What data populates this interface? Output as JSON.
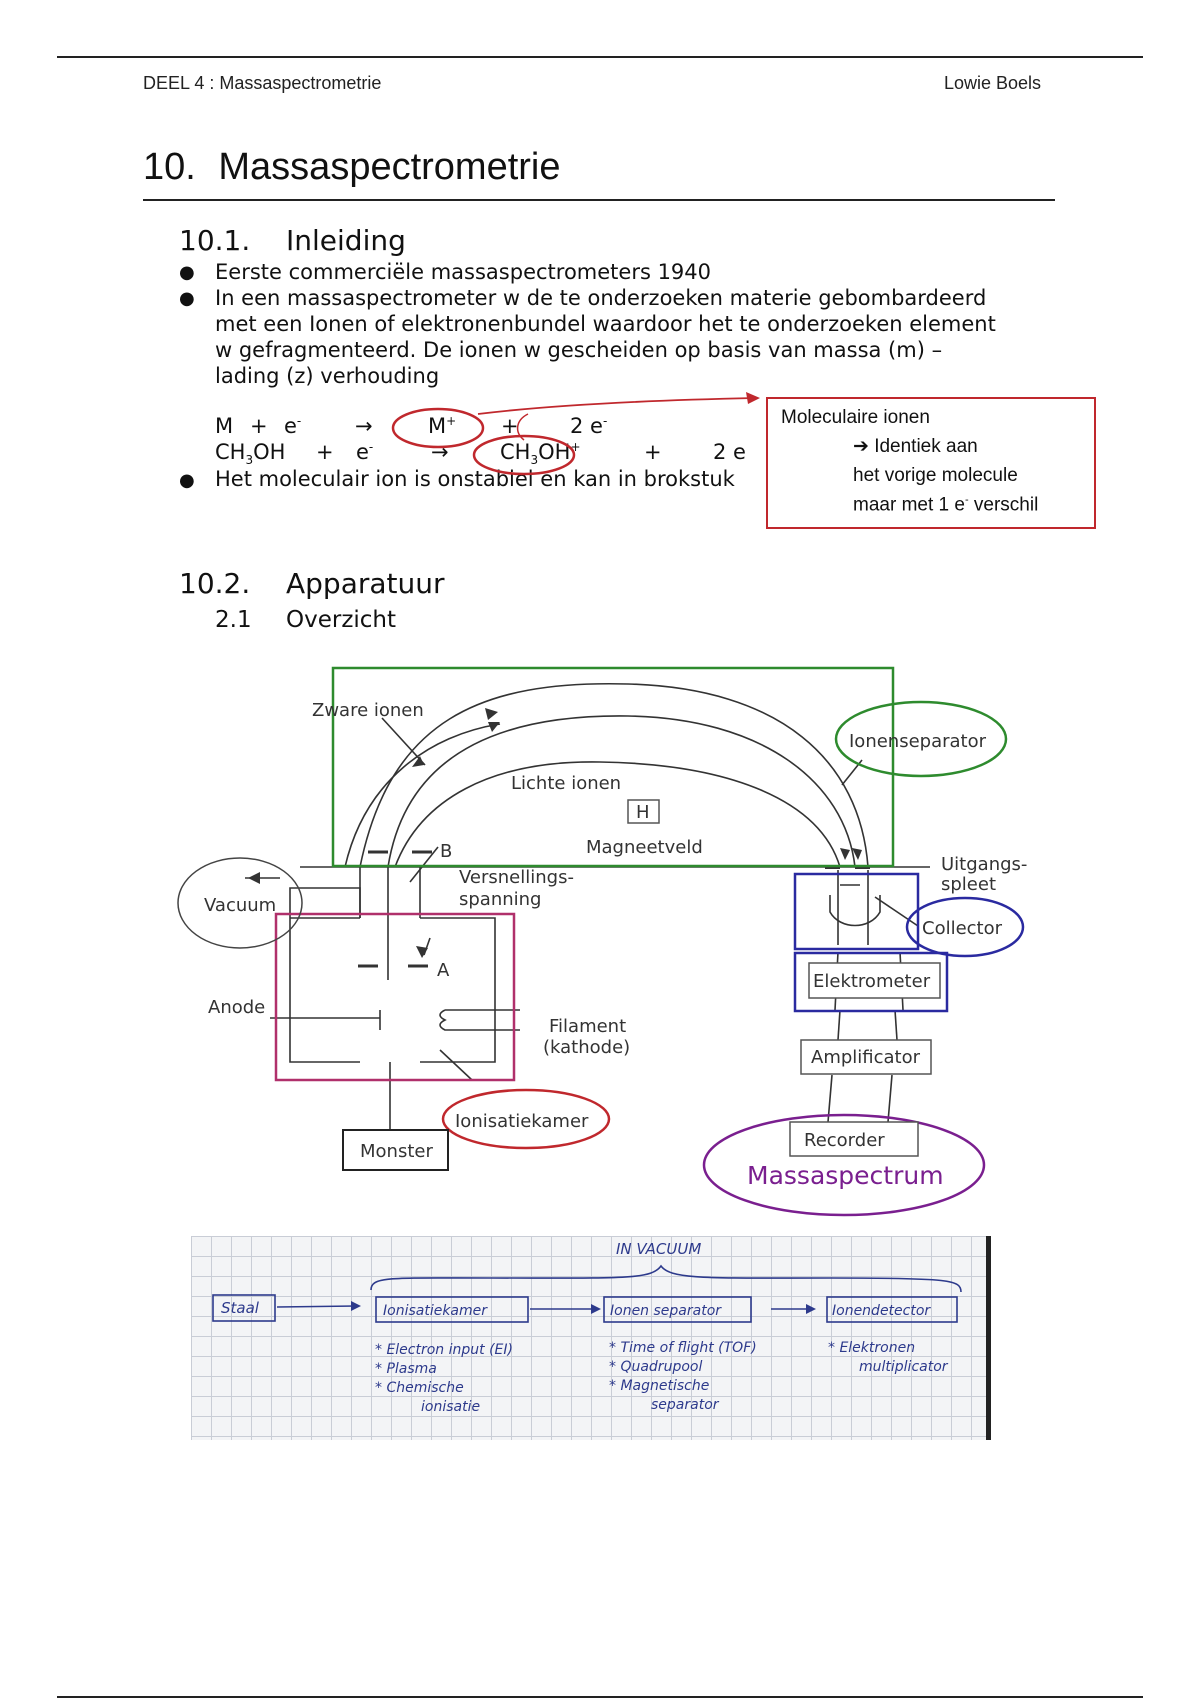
{
  "header": {
    "left": "DEEL 4 : Massaspectrometrie",
    "right": "Lowie Boels"
  },
  "chapter": {
    "number": "10.",
    "title": "Massaspectrometrie"
  },
  "section1": {
    "number": "10.1.",
    "title": "Inleiding",
    "bullet1": "Eerste commerciële massaspectrometers 1940",
    "bullet2_lines": [
      "In een massaspectrometer w de te onderzoeken materie gebombardeerd",
      "met een Ionen of elektronenbundel waardoor het te onderzoeken element",
      "w gefragmenteerd. De ionen w gescheiden op basis van massa (m) –",
      "lading (z)  verhouding"
    ],
    "eq1": {
      "a": "M",
      "plus1": "+",
      "e": "e",
      "sup_minus": "-",
      "arrow": "→",
      "ion": "M",
      "ion_sup": "+",
      "plus2": "+",
      "coef": "2 e",
      "coef_sup": "-"
    },
    "eq2": {
      "a": "CH",
      "a_sub": "3",
      "a_rest": "OH",
      "plus1": "+",
      "e": "e",
      "sup_minus": "-",
      "arrow": "→",
      "ion": "CH",
      "ion_sub": "3",
      "ion_rest": "OH",
      "ion_sup": "+",
      "plus2": "+",
      "coef": "2 e"
    },
    "bullet3": "Het moleculair ion is onstabiel en kan in brokstuk",
    "callout": {
      "line1": "Moleculaire ionen",
      "line2": "Identiek aan",
      "line3": "het vorige molecule",
      "line4a": "maar met 1 e",
      "line4sup": "-",
      "line4b": " verschil"
    }
  },
  "section2": {
    "number": "10.2.",
    "title": "Apparatuur",
    "sub_number": "2.1",
    "sub_title": "Overzicht"
  },
  "diagram": {
    "zware_ionen": "Zware ionen",
    "lichte_ionen": "Lichte ionen",
    "h": "H",
    "magneetveld": "Magneetveld",
    "ionenseparator": "Ionenseparator",
    "uitgangs1": "Uitgangs-",
    "uitgangs2": "spleet",
    "b": "B",
    "versnellings1": "Versnellings-",
    "versnellings2": "spanning",
    "vacuum": "Vacuum",
    "collector": "Collector",
    "a": "A",
    "anode": "Anode",
    "elektrometer": "Elektrometer",
    "filament1": "Filament",
    "filament2": "(kathode)",
    "amplificator": "Amplificator",
    "ionisatiekamer": "Ionisatiekamer",
    "monster": "Monster",
    "recorder": "Recorder",
    "massaspectrum": "Massaspectrum",
    "colors": {
      "green": "#2e8b2e",
      "magenta": "#b0306b",
      "blue": "#2a2aa0",
      "red": "#c0282d",
      "purple": "#7a1f8f"
    }
  },
  "sketch": {
    "title": "IN VACUUM",
    "staal": "Staal",
    "box1": "Ionisatiekamer",
    "box2": "Ionen separator",
    "box3": "Ionendetector",
    "col1": [
      "* Electron input (EI)",
      "* Plasma",
      "* Chemische",
      "ionisatie"
    ],
    "col2": [
      "* Time of flight (TOF)",
      "* Quadrupool",
      "* Magnetische",
      "separator"
    ],
    "col3": [
      "* Elektronen",
      "multiplicator"
    ]
  }
}
